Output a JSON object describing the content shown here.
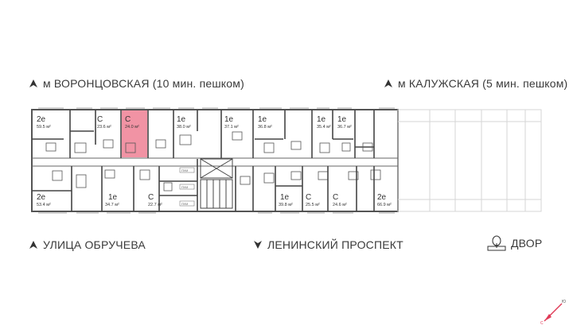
{
  "orientation": {
    "north_left": "м ВОРОНЦОВСКАЯ  (10 мин. пешком)",
    "north_right": "м КАЛУЖСКАЯ (5 мин. пешком)",
    "south_left": "УЛИЦА ОБРУЧЕВА",
    "south_mid": "ЛЕНИНСКИЙ ПРОСПЕКТ",
    "south_right": "ДВОР"
  },
  "units_top": [
    {
      "type": "2е",
      "area": "59.5 м²"
    },
    {
      "type": "С",
      "area": "23.6 м²"
    },
    {
      "type": "С",
      "area": "24.0 м²",
      "selected": true
    },
    {
      "type": "1е",
      "area": "38.0 м²"
    },
    {
      "type": "1е",
      "area": "37.1 м²"
    },
    {
      "type": "1е",
      "area": "36.8 м²"
    },
    {
      "type": "1е",
      "area": "35.4 м²"
    },
    {
      "type": "1е",
      "area": "36.7 м²"
    }
  ],
  "units_bottom": [
    {
      "type": "2е",
      "area": "53.4 м²"
    },
    {
      "type": "1е",
      "area": "34.7 м²"
    },
    {
      "type": "С",
      "area": "22.7 м²"
    },
    {
      "type": "1е",
      "area": "39.8 м²"
    },
    {
      "type": "С",
      "area": "25.5 м²"
    },
    {
      "type": "С",
      "area": "24.6 м²"
    },
    {
      "type": "2е",
      "area": "66.9 м²"
    }
  ],
  "room_tags": [
    "ПУИ",
    "ПУИ",
    "ПУИ"
  ],
  "compass": {
    "north_letter": "Ю",
    "south_letter": "С"
  },
  "colors": {
    "selected": "#f0879a",
    "walls": "#444444",
    "accent": "#e03a57"
  }
}
